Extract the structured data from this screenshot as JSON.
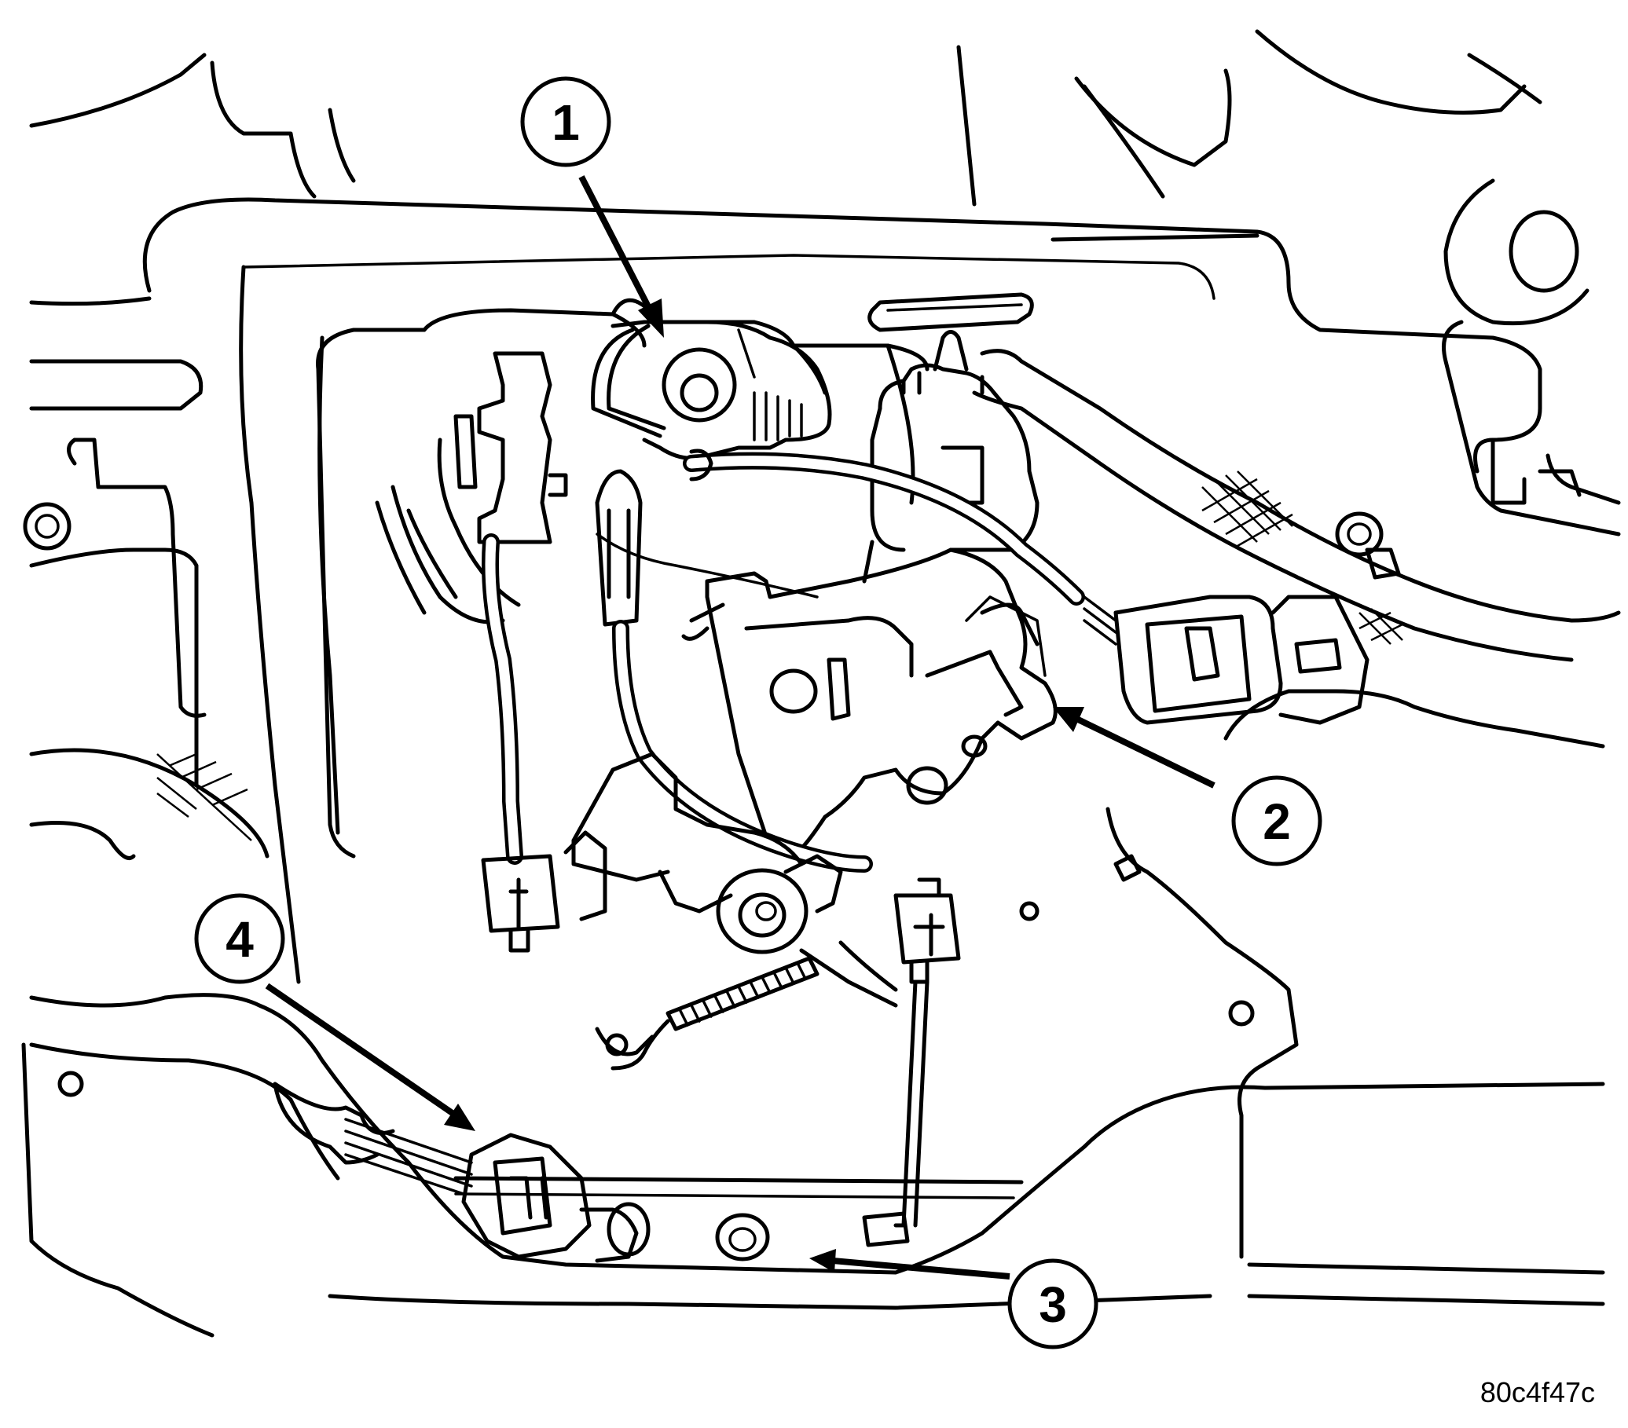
{
  "figure": {
    "callouts": [
      {
        "id": "1",
        "label": "1"
      },
      {
        "id": "2",
        "label": "2"
      },
      {
        "id": "3",
        "label": "3"
      },
      {
        "id": "4",
        "label": "4"
      }
    ],
    "figure_id": "80c4f47c"
  }
}
